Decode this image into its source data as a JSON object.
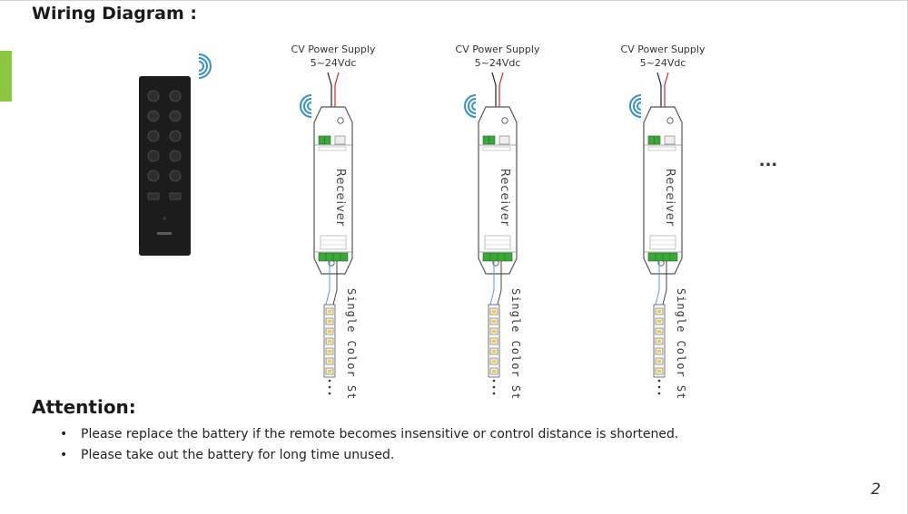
{
  "section_title": "Wiring Diagram :",
  "receivers": [
    {
      "supply_line1": "CV Power Supply",
      "supply_line2": "5~24Vdc",
      "receiver_label": "Receiver",
      "strip_label": "Single Color Strip"
    },
    {
      "supply_line1": "CV Power Supply",
      "supply_line2": "5~24Vdc",
      "receiver_label": "Receiver",
      "strip_label": "Single Color Strip"
    },
    {
      "supply_line1": "CV Power Supply",
      "supply_line2": "5~24Vdc",
      "receiver_label": "Receiver",
      "strip_label": "Single Color Strip"
    }
  ],
  "continuation": "...",
  "attention": {
    "heading": "Attention:",
    "notes": [
      "Please replace the battery if the remote becomes insensitive or control distance is shortened.",
      "Please take out the battery for long time unused."
    ]
  },
  "page_number": "2",
  "colors": {
    "accent": "#8dc63f",
    "wire_red": "#d62828",
    "wireless": "#2f8fd8",
    "terminal": "#3aa93a",
    "remote": "#1c1c1c"
  }
}
